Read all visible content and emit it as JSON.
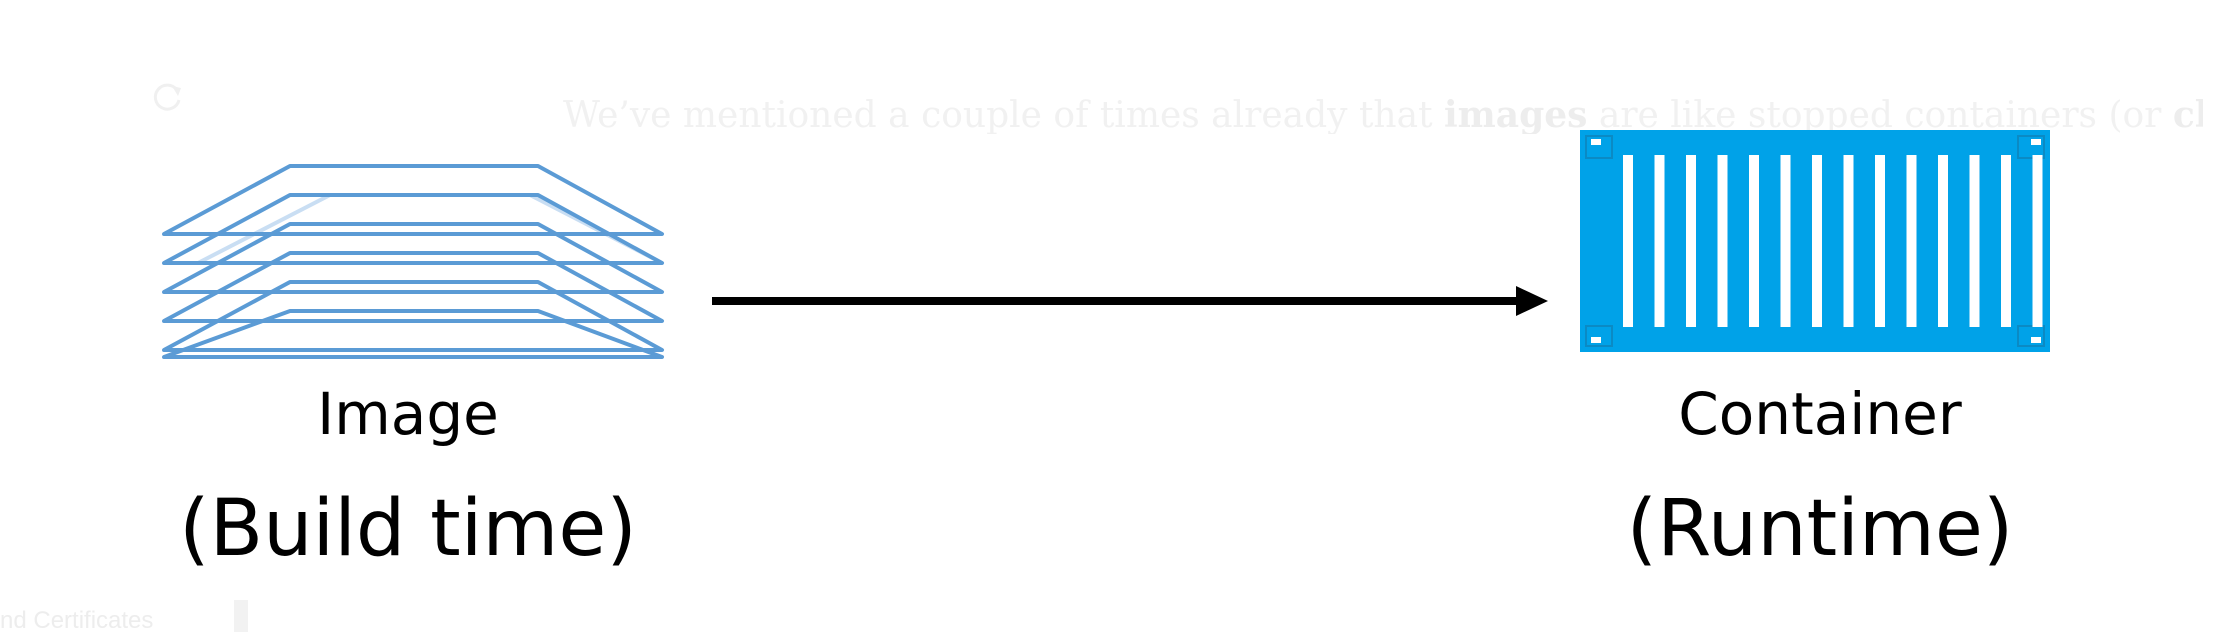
{
  "background": {
    "paragraph_before": "We’ve mentioned a couple of times already that ",
    "paragraph_bold_1": "images",
    "paragraph_middle": " are like stopped containers (or ",
    "paragraph_bold_2": "classes",
    "footer_text": "nd Certificates",
    "reload_icon": "reload-icon"
  },
  "diagram": {
    "image": {
      "label": "Image",
      "sublabel": "(Build time)",
      "icon": "stacked-layers-icon",
      "color": "#5b9bd5"
    },
    "container": {
      "label": "Container",
      "sublabel": "(Runtime)",
      "icon": "shipping-container-icon",
      "color": "#00a2e8"
    },
    "arrow": {
      "icon": "right-arrow-icon",
      "color": "#000000"
    }
  }
}
